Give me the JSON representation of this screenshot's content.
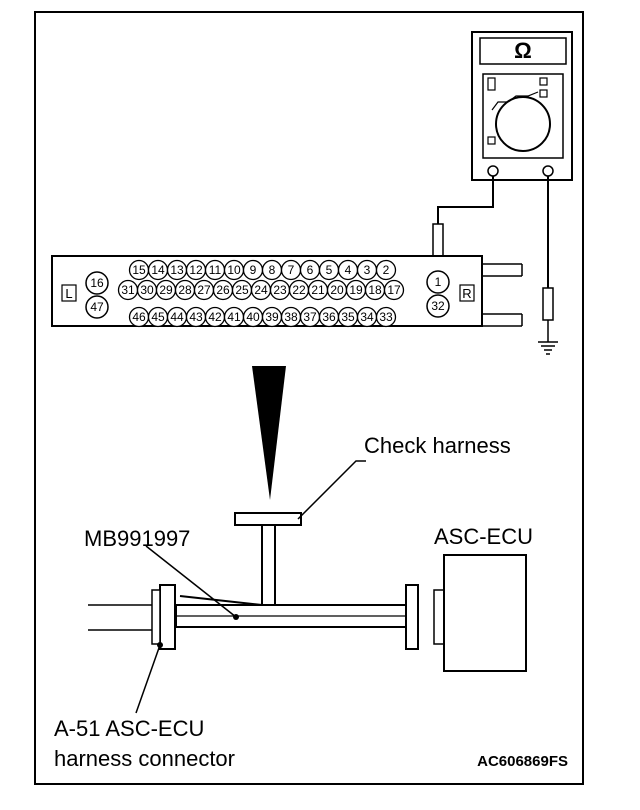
{
  "multimeter": {
    "symbol": "Ω"
  },
  "connector": {
    "left_marker": "L",
    "right_marker": "R",
    "left_pins": [
      "16",
      "47"
    ],
    "row1": [
      "15",
      "14",
      "13",
      "12",
      "11",
      "10",
      "9",
      "8",
      "7",
      "6",
      "5",
      "4",
      "3",
      "2"
    ],
    "row2": [
      "31",
      "30",
      "29",
      "28",
      "27",
      "26",
      "25",
      "24",
      "23",
      "22",
      "21",
      "20",
      "19",
      "18",
      "17"
    ],
    "row3": [
      "46",
      "45",
      "44",
      "43",
      "42",
      "41",
      "40",
      "39",
      "38",
      "37",
      "36",
      "35",
      "34",
      "33"
    ],
    "right_pins": [
      "1",
      "32"
    ]
  },
  "labels": {
    "check_harness": "Check harness",
    "mb": "MB991997",
    "asc_ecu": "ASC-ECU",
    "harness_line1": "A-51 ASC-ECU",
    "harness_line2": "harness connector",
    "figure_code": "AC606869FS"
  }
}
